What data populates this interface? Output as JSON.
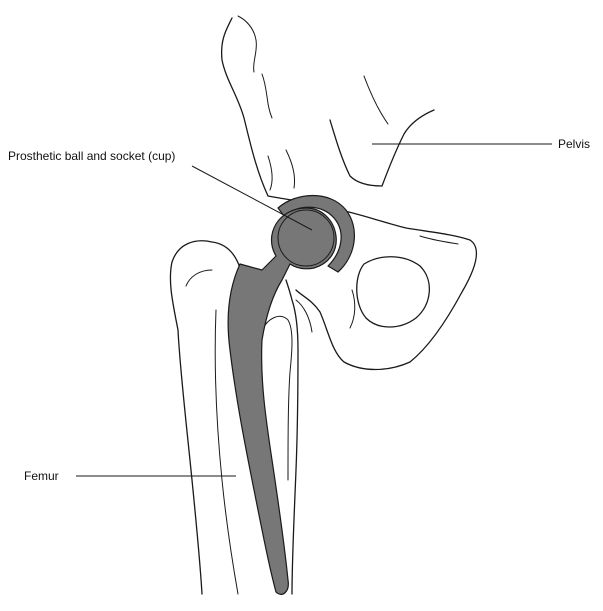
{
  "labels": {
    "prosthetic": "Prosthetic ball and socket (cup)",
    "pelvis": "Pelvis",
    "femur": "Femur"
  },
  "colors": {
    "implant": "#777777",
    "outline": "#1a1a1a",
    "background": "#ffffff"
  }
}
